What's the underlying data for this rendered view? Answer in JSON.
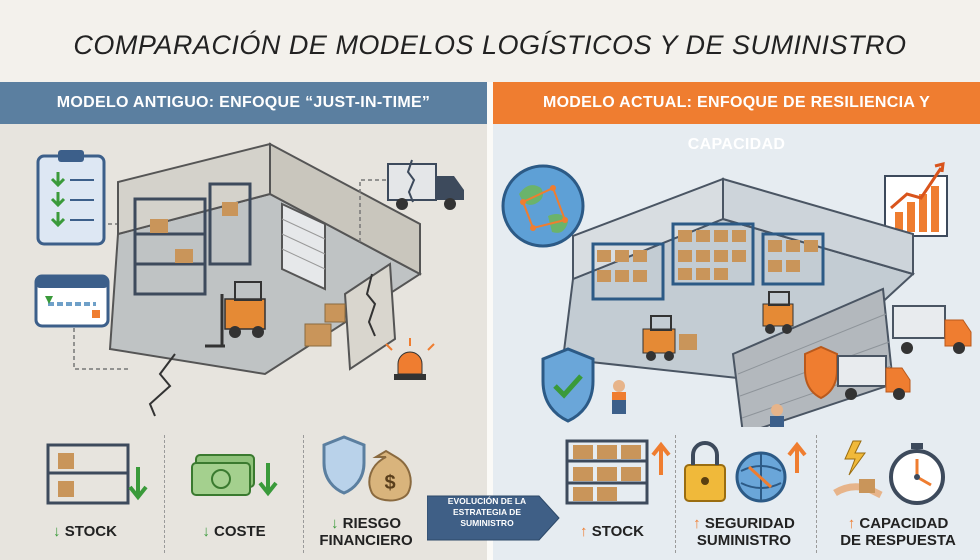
{
  "title": "COMPARACIÓN DE MODELOS LOGÍSTICOS Y DE SUMINISTRO",
  "left_panel": {
    "header": "MODELO ANTIGUO: ENFOQUE “JUST-IN-TIME”",
    "header_color": "#5b7fa0",
    "metrics": [
      {
        "label": "STOCK",
        "arrow": "↓",
        "icon": "shelf-icon"
      },
      {
        "label": "COSTE",
        "arrow": "↓",
        "icon": "money-icon"
      },
      {
        "label_line1": "RIESGO",
        "label_line2": "FINANCIERO",
        "arrow": "↓",
        "icon": "shield-moneybag-icon"
      }
    ],
    "arrow_color": "#3a9a3a"
  },
  "right_panel": {
    "header": "MODELO ACTUAL: ENFOQUE DE RESILIENCIA Y CAPACIDAD",
    "header_color": "#ef7d30",
    "metrics": [
      {
        "label": "STOCK",
        "arrow": "↑",
        "icon": "stocked-shelf-icon"
      },
      {
        "label_line1": "SEGURIDAD",
        "label_line2": "SUMINISTRO",
        "arrow": "↑",
        "icon": "padlock-globe-icon"
      },
      {
        "label_line1": "CAPACIDAD",
        "label_line2": "DE RESPUESTA",
        "arrow": "↑",
        "icon": "stopwatch-icon"
      }
    ],
    "arrow_color": "#ef7d30"
  },
  "center_arrow": {
    "text": "EVOLUCIÓN DE LA ESTRATEGIA DE SUMINISTRO",
    "color": "#3f5f86"
  }
}
